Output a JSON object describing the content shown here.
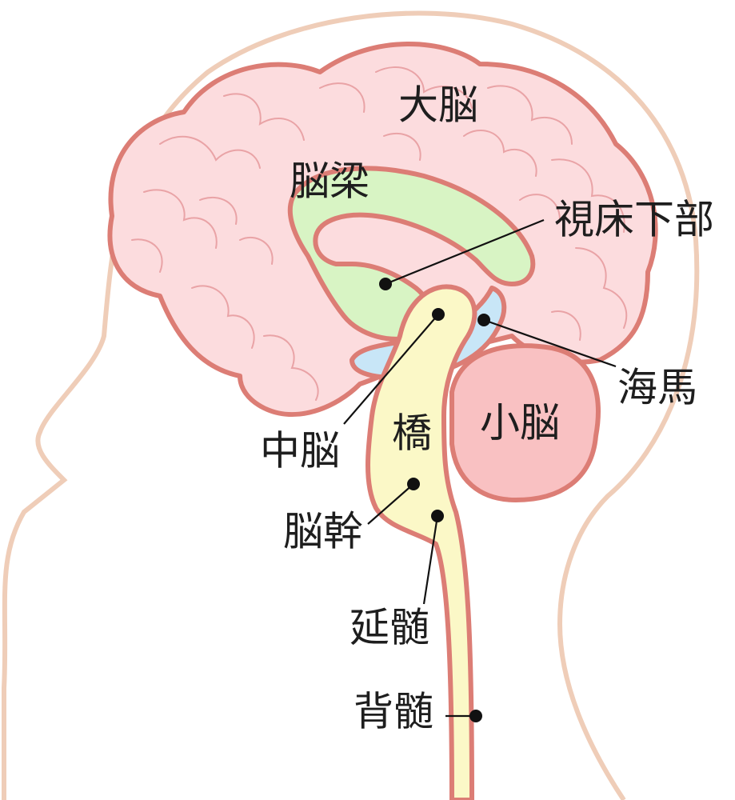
{
  "labels": {
    "cerebrum": "大脳",
    "corpus_callosum": "脳梁",
    "hypothalamus": "視床下部",
    "hippocampus": "海馬",
    "cerebellum": "小脳",
    "pons": "橋",
    "midbrain": "中脳",
    "brainstem": "脳幹",
    "medulla": "延髄",
    "spinal_cord": "背髄"
  },
  "colors": {
    "head_outline": "#efcdb8",
    "brain_fill": "#fcdcde",
    "brain_outline": "#dc7d75",
    "corpus_callosum": "#d8f4c4",
    "hippocampus": "#c8e6f7",
    "brainstem": "#fbf8c7",
    "cerebellum": "#f9c1c2"
  }
}
